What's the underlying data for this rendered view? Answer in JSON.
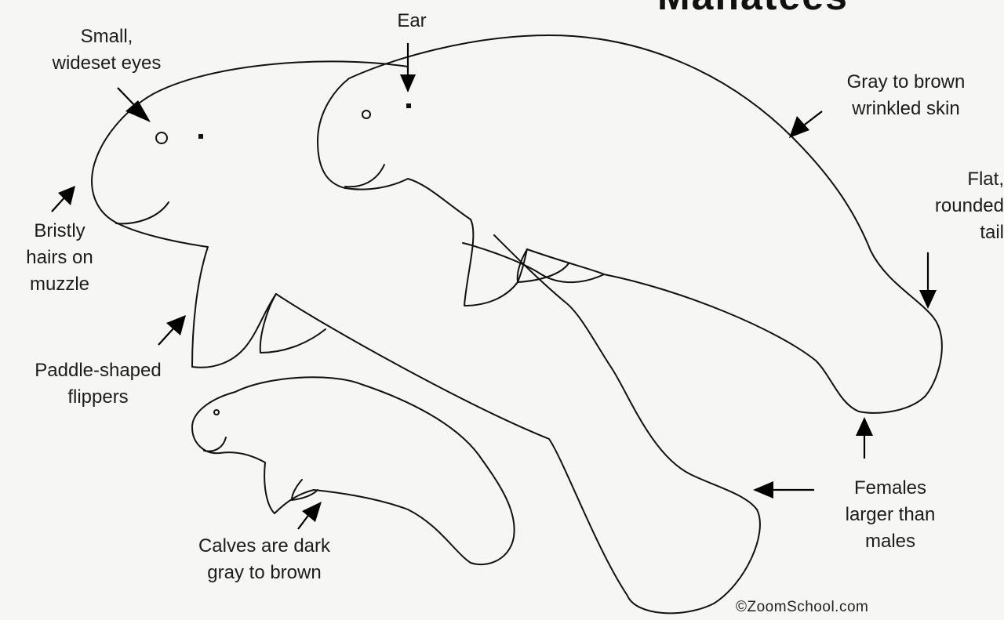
{
  "title": "Manatees",
  "labels": {
    "eyes": "Small,\nwideset eyes",
    "ear": "Ear",
    "skin": "Gray to brown\nwrinkled skin",
    "tail": "Flat,\nrounded\ntail",
    "bristles": "Bristly\nhairs on\nmuzzle",
    "flippers": "Paddle-shaped\nflippers",
    "females": "Females\nlarger than\nmales",
    "calves": "Calves are dark\ngray to brown"
  },
  "copyright": "©ZoomSchool.com",
  "colors": {
    "background": "#f6f6f5",
    "outline": "#111111",
    "text": "#1c1c1c"
  }
}
